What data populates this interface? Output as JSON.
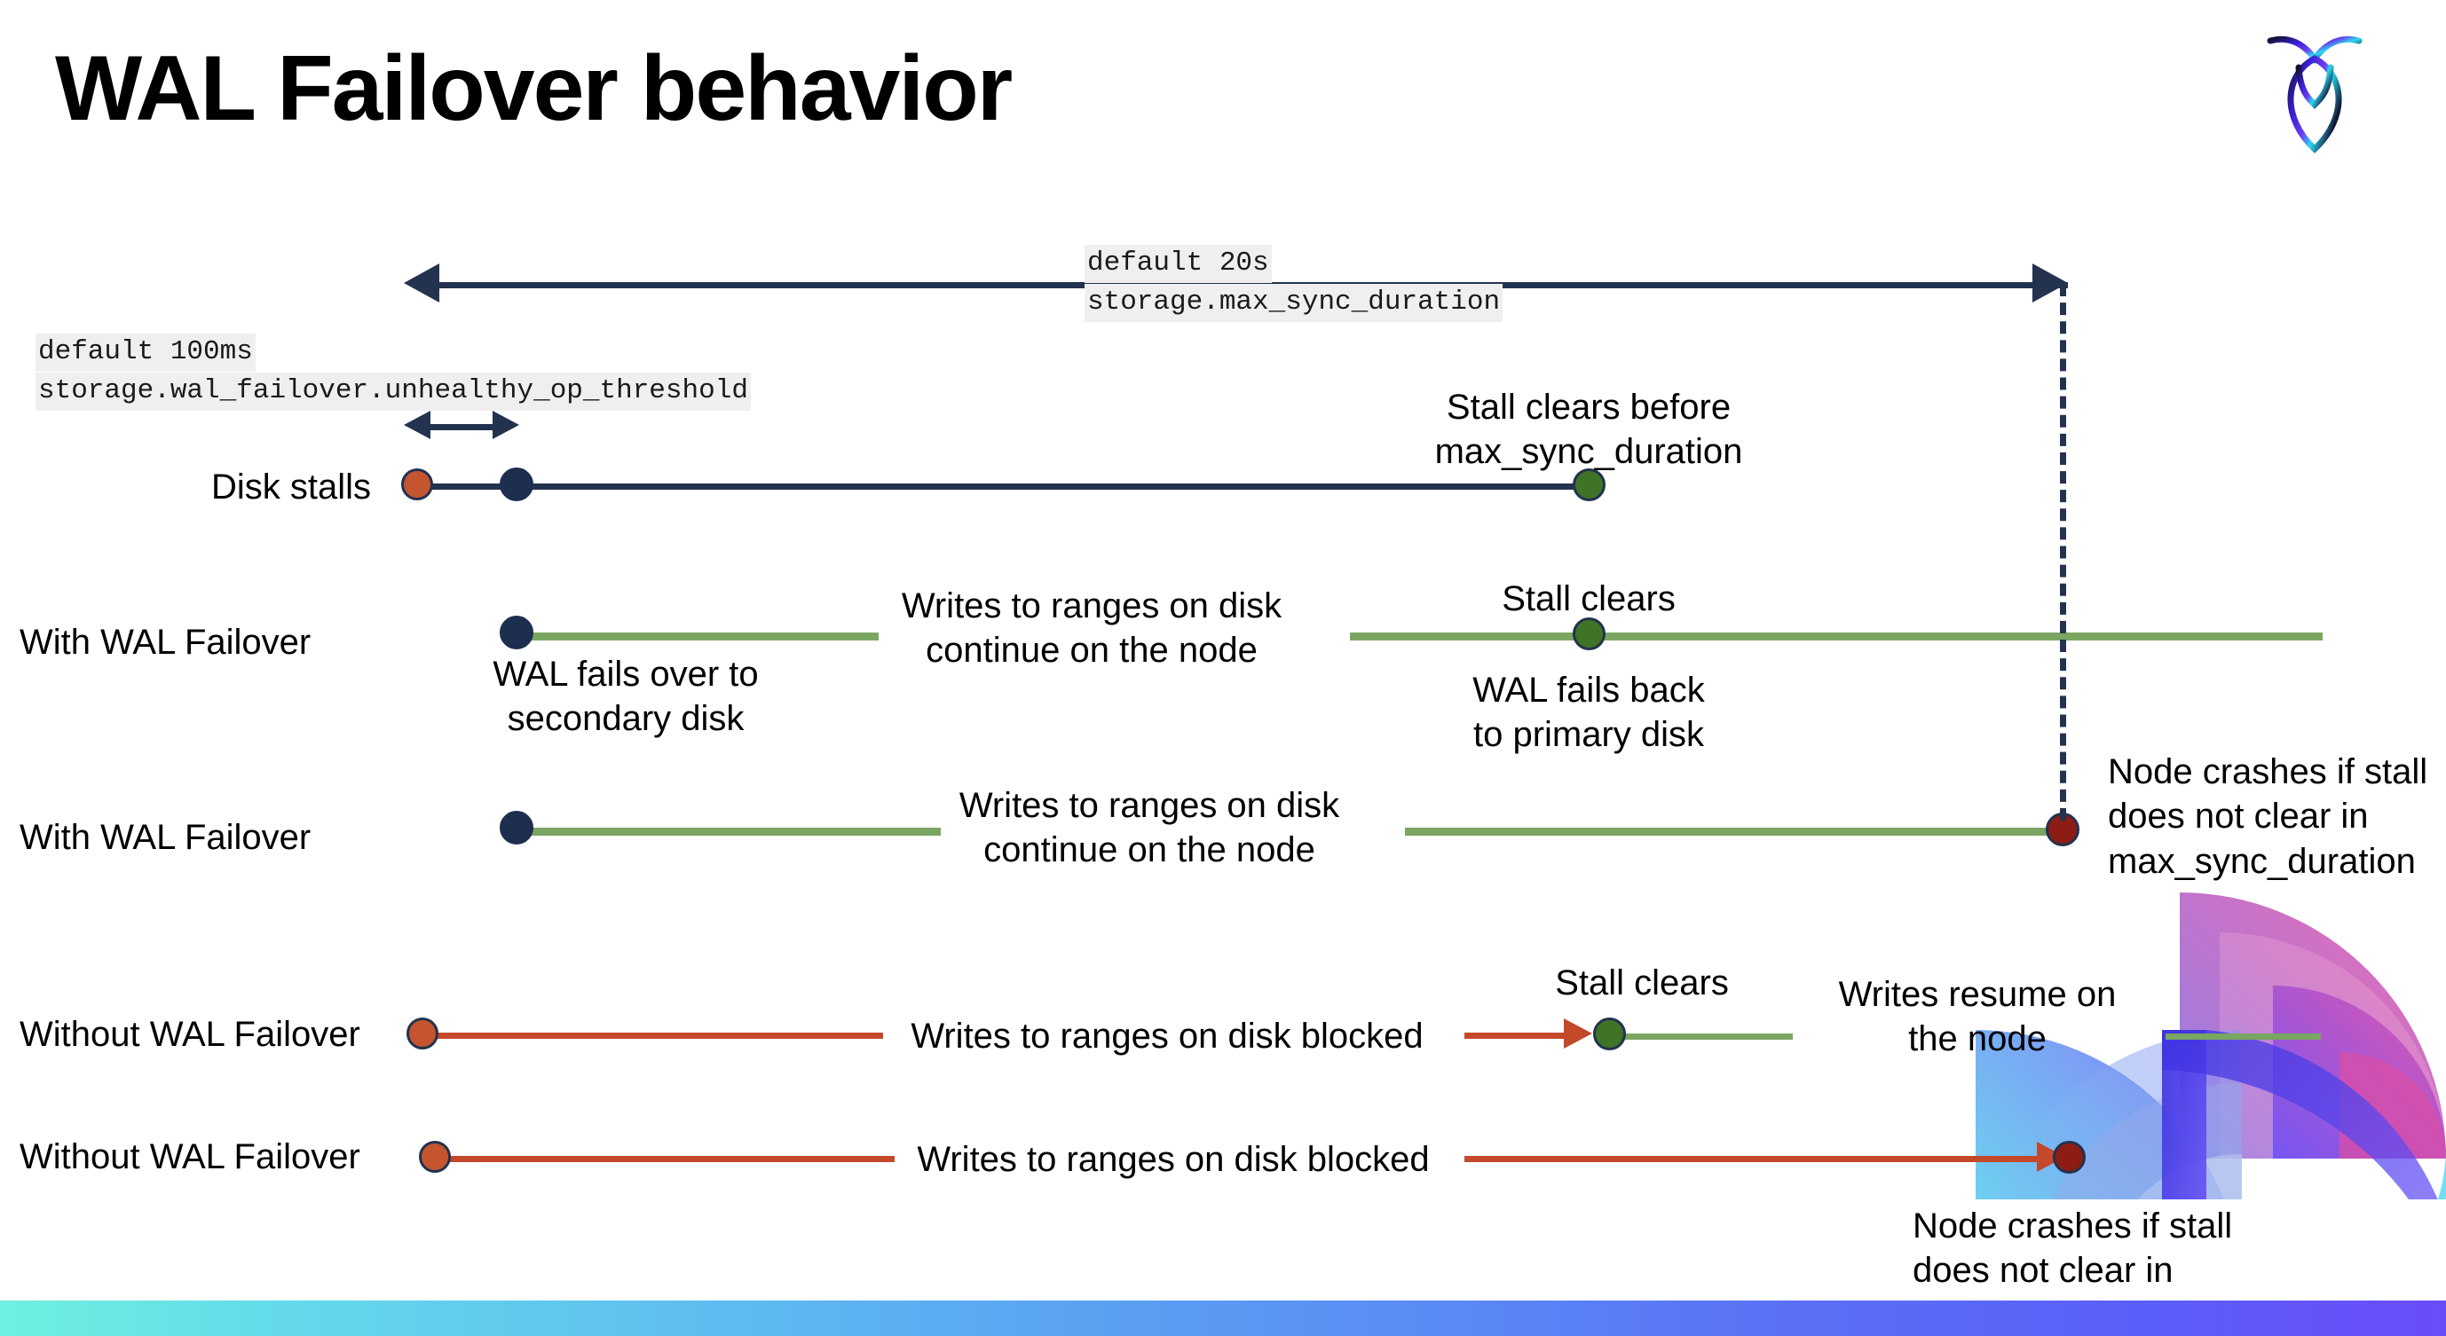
{
  "slide": {
    "title": "WAL Failover behavior",
    "logo_name": "cockroachdb-logo"
  },
  "settings": {
    "max_sync": {
      "default_line": "default 20s",
      "name_line": "storage.max_sync_duration"
    },
    "unhealthy_op": {
      "default_line": "default 100ms",
      "name_line": "storage.wal_failover.unhealthy_op_threshold"
    }
  },
  "rows": {
    "disk_stalls": {
      "label": "Disk stalls",
      "annotation": "Stall clears before\nmax_sync_duration"
    },
    "with_failover_recovers": {
      "label": "With WAL Failover",
      "annotation_start": "WAL fails over to\nsecondary disk",
      "annotation_middle": "Writes to ranges on disk\ncontinue on the node",
      "annotation_clear": "Stall clears",
      "annotation_end": "WAL fails  back\nto primary disk"
    },
    "with_failover_crashes": {
      "label": "With WAL Failover",
      "annotation_middle": "Writes to ranges on disk\ncontinue on the node",
      "annotation_crash": "Node crashes if stall\ndoes not clear in\nmax_sync_duration"
    },
    "without_failover_recovers": {
      "label": "Without WAL Failover",
      "annotation_blocked": "Writes to ranges on disk  blocked",
      "annotation_clear": "Stall clears",
      "annotation_resume": "Writes resume on\nthe node"
    },
    "without_failover_crashes": {
      "label": "Without WAL Failover",
      "annotation_blocked": "Writes to ranges on disk  blocked",
      "annotation_crash": "Node crashes if stall\ndoes not clear in\nmax_sync_duration"
    }
  },
  "colors": {
    "navy": "#23324f",
    "green_line": "#7aa661",
    "red_line": "#c4492a",
    "dot_orange": "#c4552e",
    "dot_navy": "#1d2e4f",
    "dot_green": "#3f7326",
    "dot_darkred": "#8c1c14",
    "code_chip_bg": "#efefef",
    "bar_gradient_start": "#6ff0e0",
    "bar_gradient_end": "#6a4df8"
  }
}
